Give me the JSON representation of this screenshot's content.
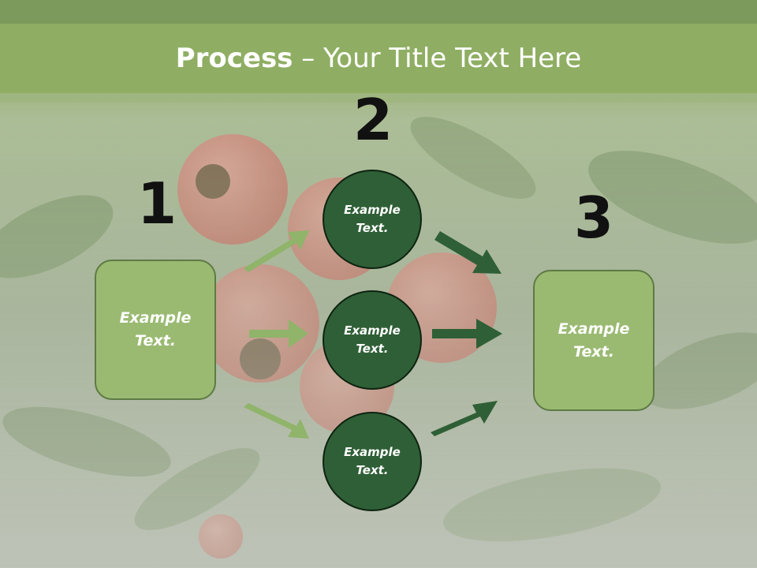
{
  "title": {
    "bold": "Process",
    "rest": " – Your Title Text Here"
  },
  "steps": {
    "n1": "1",
    "n2": "2",
    "n3": "3"
  },
  "left_box": {
    "line1": "Example",
    "line2": "Text."
  },
  "circles": [
    {
      "line1": "Example",
      "line2": "Text."
    },
    {
      "line1": "Example",
      "line2": "Text."
    },
    {
      "line1": "Example",
      "line2": "Text."
    }
  ],
  "right_box": {
    "line1": "Example",
    "line2": "Text."
  },
  "colors": {
    "header": "#93b267",
    "box_fill": "#9aba72",
    "circle_fill": "#2f5f36",
    "arrow_light": "#8fb46a",
    "arrow_dark": "#2f5f36"
  }
}
